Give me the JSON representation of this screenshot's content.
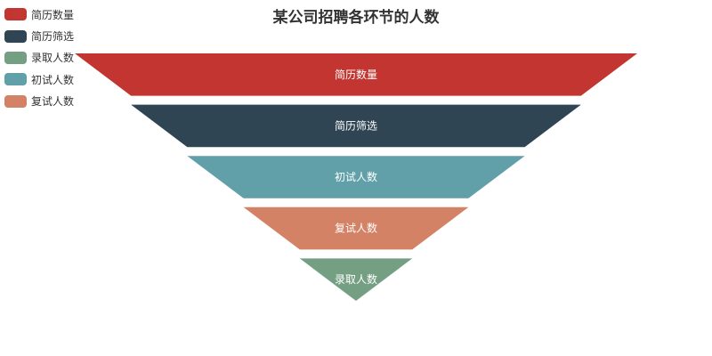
{
  "chart_data": {
    "type": "funnel",
    "title": "某公司招聘各环节的人数",
    "legend_position": "top-left",
    "legend": [
      {
        "label": "简历数量",
        "color": "#c23531"
      },
      {
        "label": "简历筛选",
        "color": "#2f4554"
      },
      {
        "label": "录取人数",
        "color": "#749f83"
      },
      {
        "label": "初试人数",
        "color": "#61a0a8"
      },
      {
        "label": "复试人数",
        "color": "#d48265"
      }
    ],
    "stages": [
      {
        "name": "简历数量",
        "value": 100,
        "color": "#c23531"
      },
      {
        "name": "简历筛选",
        "value": 80,
        "color": "#2f4554"
      },
      {
        "name": "初试人数",
        "value": 60,
        "color": "#61a0a8"
      },
      {
        "name": "复试人数",
        "value": 40,
        "color": "#d48265"
      },
      {
        "name": "录取人数",
        "value": 20,
        "color": "#749f83"
      }
    ],
    "min_value": 0,
    "max_value": 100
  }
}
